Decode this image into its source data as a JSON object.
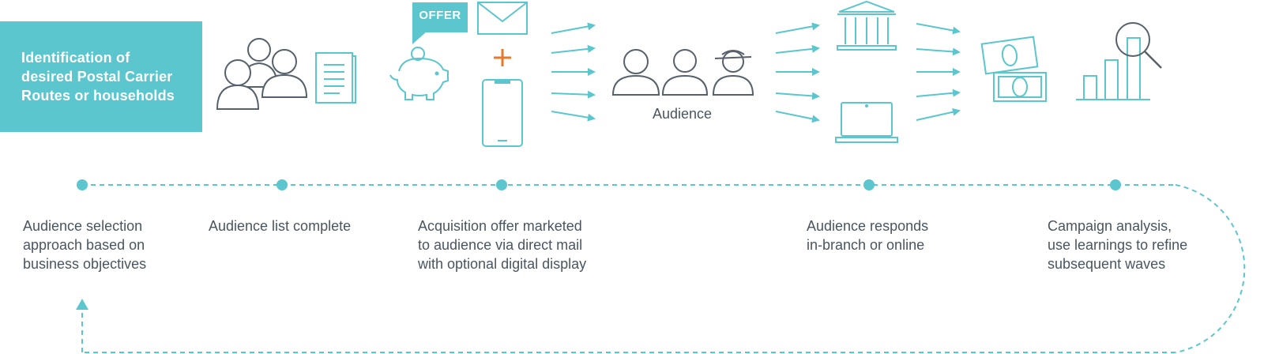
{
  "header_box": {
    "lines": [
      "Identification of",
      "desired Postal Carrier",
      "Routes or households"
    ]
  },
  "offer_badge": "OFFER",
  "audience_label": "Audience",
  "steps": [
    {
      "lines": [
        "Audience selection",
        "approach based on",
        "business objectives"
      ]
    },
    {
      "lines": [
        "Audience list complete"
      ]
    },
    {
      "lines": [
        "Acquisition offer marketed",
        "to audience via direct mail",
        "with optional digital display"
      ]
    },
    {
      "lines": [
        "Audience responds",
        "in-branch or online"
      ]
    },
    {
      "lines": [
        "Campaign analysis,",
        "use learnings to refine",
        "subsequent waves"
      ]
    }
  ],
  "colors": {
    "teal": "#5bc6cd",
    "icon_gray": "#56616b",
    "accent_orange": "#e8782a",
    "text": "#4a5560"
  },
  "icons": [
    "family-icon",
    "document-icon",
    "piggy-bank-icon",
    "offer-bubble-icon",
    "envelope-icon",
    "plus-icon",
    "smartphone-icon",
    "audience-people-icon",
    "bank-icon",
    "laptop-icon",
    "cash-icon",
    "bar-chart-magnifier-icon"
  ]
}
